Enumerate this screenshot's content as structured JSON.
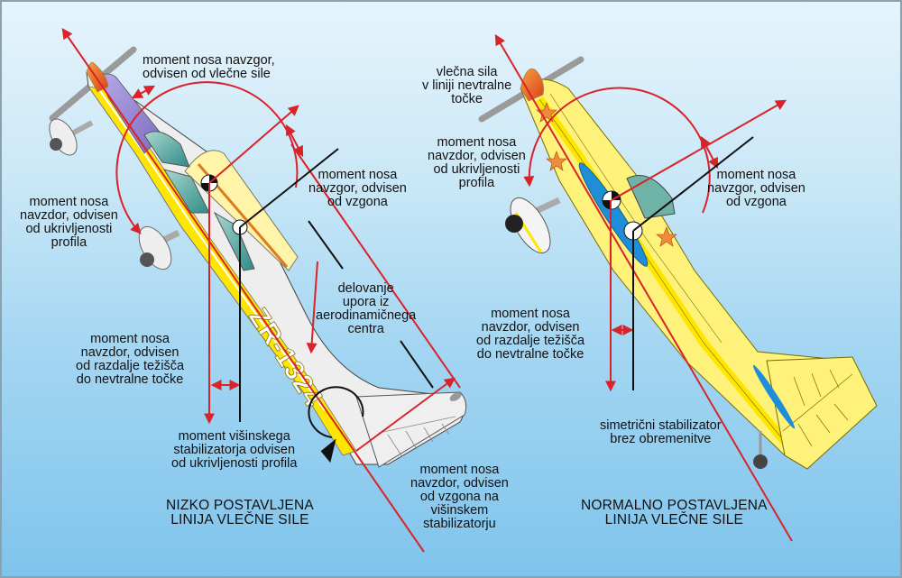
{
  "diagram": {
    "left_panel": {
      "caption": "NIZKO POSTAVLJENA\nLINIJA VLEČNE SILE",
      "aircraft_registration": "ZR-1324",
      "labels": {
        "drag_moment": "moment nosa navzgor,\nodvisen od vlečne sile",
        "camber_moment": "moment nosa\nnavzdor, odvisen\nod ukrivljenosti\nprofila",
        "lift_moment": "moment nosa\nnavzgor, odvisen\nod vzgona",
        "aero_center_drag": "delovanje\nupora iz\naerodinamičnega\ncentra",
        "cg_distance_moment": "moment nosa\nnavzdor, odvisen\nod razdalje težišča\ndo nevtralne točke",
        "stabilizer_camber_moment": "moment višinskega\nstabilizatorja odvisen\nod ukrivljenosti profila",
        "stabilizer_lift_moment": "moment nosa\nnavzdor, odvisen\nod vzgona na\nvišinskem\nstabilizatorju"
      }
    },
    "right_panel": {
      "caption": "NORMALNO POSTAVLJENA\nLINIJA VLEČNE SILE",
      "labels": {
        "drag_neutral_line": "vlečna sila\nv liniji nevtralne\ntočke",
        "camber_moment": "moment nosa\nnavzdor, odvisen\nod ukrivljenosti\nprofila",
        "lift_moment": "moment nosa\nnavzgor, odvisen\nod vzgona",
        "cg_distance_moment": "moment nosa\nnavzdor, odvisen\nod razdalje težišča\ndo nevtralne točke",
        "symmetric_stabilizer": "simetrični stabilizator\nbrez obremenitve"
      }
    },
    "colors": {
      "force_arrow": "#d9232a",
      "reference_line": "#111111",
      "fuselage_left": "#eeeeee",
      "fuselage_right": "#fff27a",
      "stripe": "#ffe600",
      "canopy": "#3f9e9a",
      "spinner": "#e8582a",
      "airfoil": "#1f8ed8",
      "star": "#f08a3c"
    }
  }
}
